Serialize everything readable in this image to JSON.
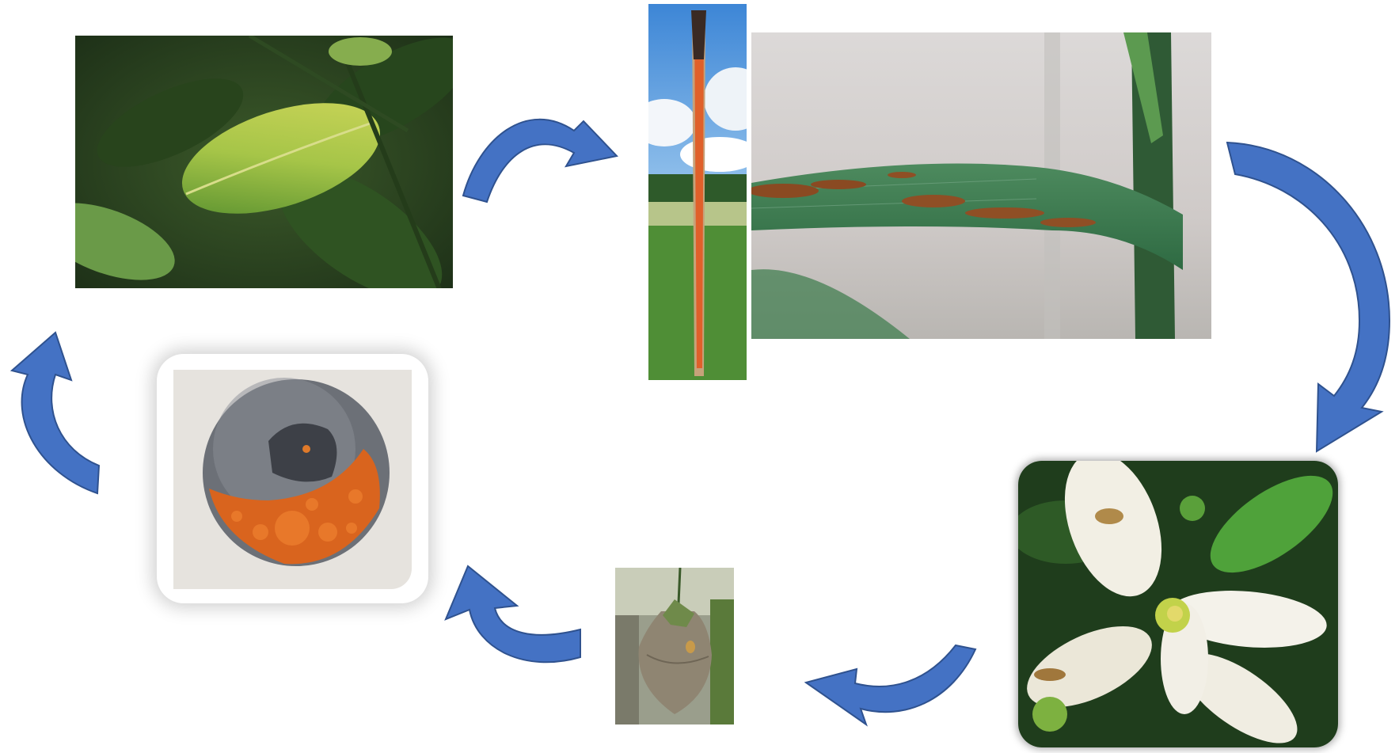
{
  "diagram": {
    "nodes": [
      {
        "id": "citrus-leaf",
        "icon": "citrus-leaf-yellowing-photo"
      },
      {
        "id": "stalk",
        "icon": "sugarcane-red-rot-stalk-photo"
      },
      {
        "id": "grass-leaf",
        "icon": "grass-leaf-lesion-photo"
      },
      {
        "id": "flower",
        "icon": "citrus-blossom-blight-photo"
      },
      {
        "id": "fruit-mummy",
        "icon": "mummified-fruit-photo"
      },
      {
        "id": "fruit-spores",
        "icon": "blueberry-orange-spore-masses-photo"
      }
    ],
    "edges": [
      {
        "from": "citrus-leaf",
        "to": "stalk"
      },
      {
        "from": "grass-leaf",
        "to": "flower"
      },
      {
        "from": "flower",
        "to": "fruit-mummy"
      },
      {
        "from": "fruit-mummy",
        "to": "fruit-spores"
      },
      {
        "from": "fruit-spores",
        "to": "citrus-leaf"
      }
    ],
    "arrow_color": "#4472C4",
    "arrow_outline": "#2F528F"
  }
}
